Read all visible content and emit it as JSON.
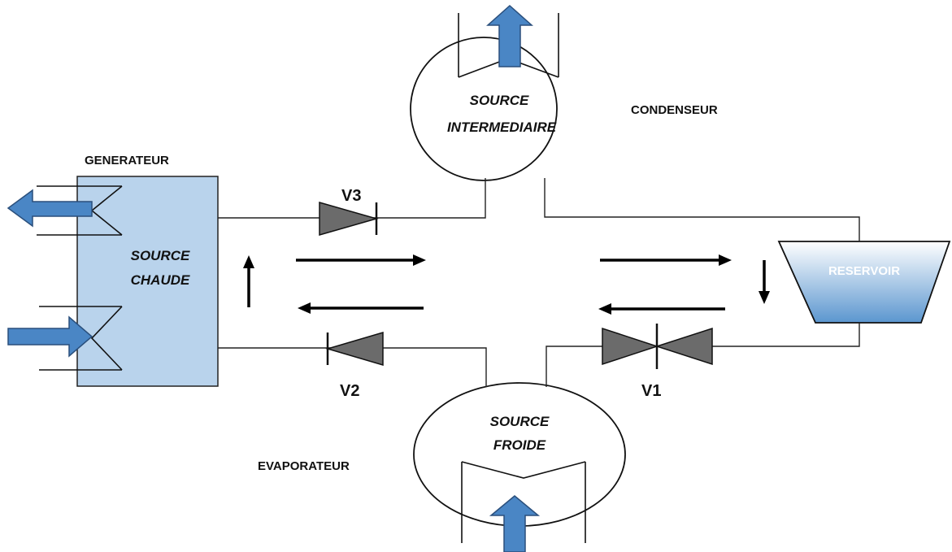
{
  "labels": {
    "generateur": "GENERATEUR",
    "condenseur": "CONDENSEUR",
    "evaporateur": "EVAPORATEUR",
    "v1": "V1",
    "v2": "V2",
    "v3": "V3"
  },
  "components": {
    "source_chaude": {
      "line1": "SOURCE",
      "line2": "CHAUDE"
    },
    "source_intermediaire": {
      "line1": "SOURCE",
      "line2": "INTERMEDIAIRE"
    },
    "source_froide": {
      "line1": "SOURCE",
      "line2": "FROIDE"
    },
    "reservoir": {
      "label": "RESERVOIR"
    }
  },
  "colors": {
    "generator_fill": "#b9d3ec",
    "arrow_blue": "#4a86c5",
    "valve_gray": "#6b6b6b",
    "reservoir_top": "#ffffff",
    "reservoir_bottom": "#5b96cf"
  }
}
